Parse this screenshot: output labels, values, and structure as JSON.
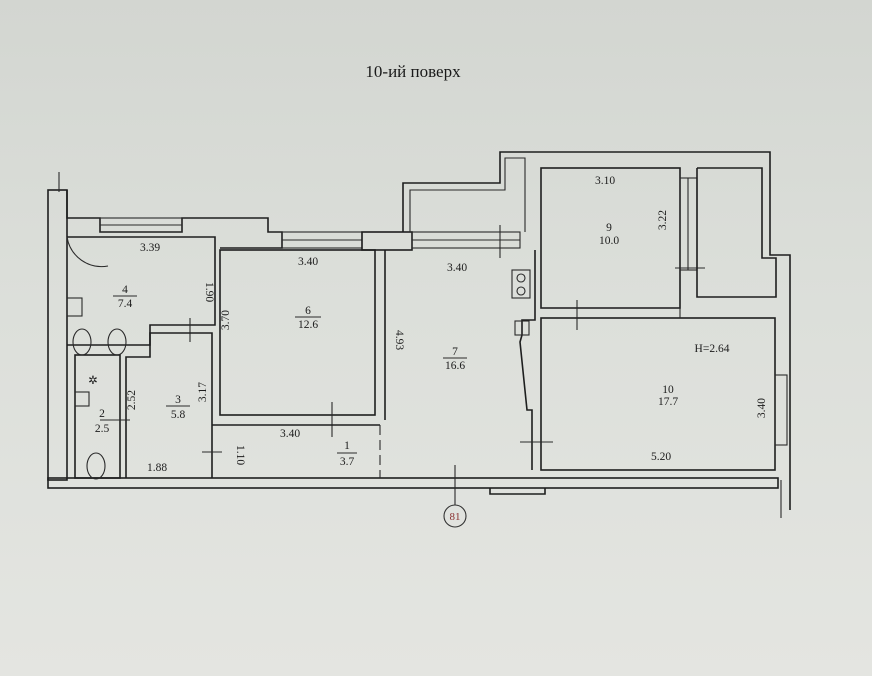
{
  "title": "10-ий поверх",
  "ceiling_height": "H=2.64",
  "axis_label": "81",
  "rooms": [
    {
      "number": "1",
      "area": "3.7"
    },
    {
      "number": "2",
      "area": "2.5"
    },
    {
      "number": "3",
      "area": "5.8"
    },
    {
      "number": "4",
      "area": "7.4"
    },
    {
      "number": "6",
      "area": "12.6"
    },
    {
      "number": "7",
      "area": "16.6"
    },
    {
      "number": "9",
      "area": "10.0"
    },
    {
      "number": "10",
      "area": "17.7"
    }
  ],
  "dimensions": {
    "r4_width": "3.39",
    "r4_height": "1.90",
    "r6_width": "3.40",
    "r6_height": "3.70",
    "r7_width": "3.40",
    "r7_height": "4.93",
    "r1_width": "3.40",
    "r1_height": "1.10",
    "r3_width": "1.88",
    "r3_height": "3.17",
    "r2_height": "2.52",
    "r9_width": "3.10",
    "r9_height": "3.22",
    "r10_width": "5.20",
    "r10_height": "3.40"
  }
}
